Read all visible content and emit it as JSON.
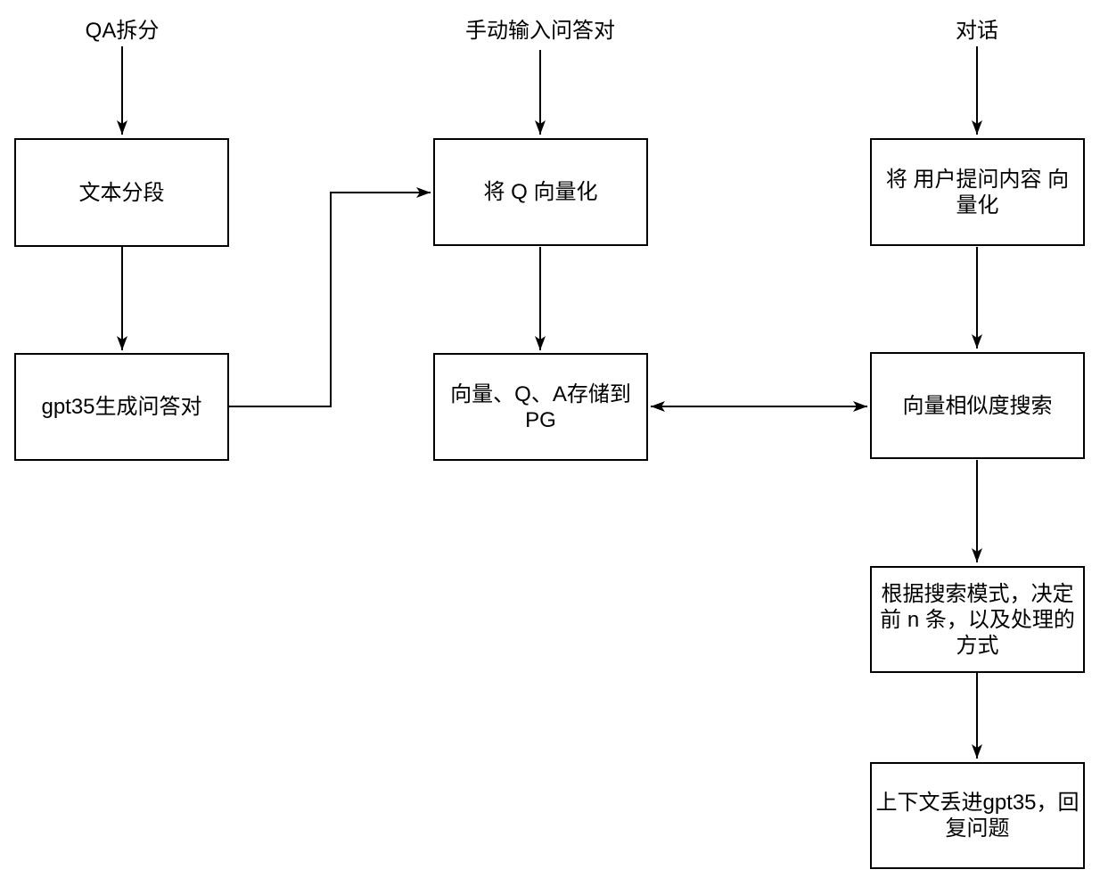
{
  "diagram": {
    "background_color": "#ffffff",
    "stroke_color": "#000000",
    "text_color": "#000000",
    "flow_labels": {
      "qa_split": "QA拆分",
      "manual_input": "手动输入问答对",
      "dialogue": "对话"
    },
    "nodes": {
      "text_segmentation": "文本分段",
      "gpt35_generate_qa": "gpt35生成问答对",
      "vectorize_q": "将 Q 向量化",
      "store_to_pg": "向量、Q、A存储到PG",
      "vectorize_user_question": "将 用户提问内容 向量化",
      "vector_similarity_search": "向量相似度搜索",
      "search_mode_decision": "根据搜索模式，决定前 n 条，以及处理的方式",
      "gpt35_reply": "上下文丢进gpt35，回复问题"
    },
    "edges": [
      {
        "from": "qa_split_label",
        "to": "text_segmentation",
        "type": "arrow"
      },
      {
        "from": "text_segmentation",
        "to": "gpt35_generate_qa",
        "type": "arrow"
      },
      {
        "from": "gpt35_generate_qa",
        "to": "vectorize_q",
        "type": "arrow"
      },
      {
        "from": "manual_input_label",
        "to": "vectorize_q",
        "type": "arrow"
      },
      {
        "from": "vectorize_q",
        "to": "store_to_pg",
        "type": "arrow"
      },
      {
        "from": "store_to_pg",
        "to": "vector_similarity_search",
        "type": "double-arrow"
      },
      {
        "from": "dialogue_label",
        "to": "vectorize_user_question",
        "type": "arrow"
      },
      {
        "from": "vectorize_user_question",
        "to": "vector_similarity_search",
        "type": "arrow"
      },
      {
        "from": "vector_similarity_search",
        "to": "search_mode_decision",
        "type": "arrow"
      },
      {
        "from": "search_mode_decision",
        "to": "gpt35_reply",
        "type": "arrow"
      }
    ]
  }
}
